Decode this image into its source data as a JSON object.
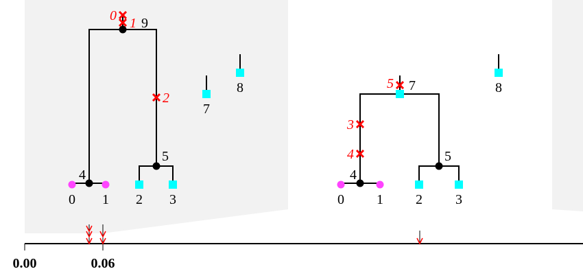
{
  "colors": {
    "sample": "#ff44ff",
    "nonsample": "#00ffff",
    "internal": "#000000",
    "mutation": "#ff0000",
    "background": "#f2f2f2"
  },
  "trees": [
    {
      "nodes": [
        {
          "id": "0",
          "label": "0",
          "kind": "sample-circle"
        },
        {
          "id": "1",
          "label": "1",
          "kind": "sample-circle"
        },
        {
          "id": "2",
          "label": "2",
          "kind": "square"
        },
        {
          "id": "3",
          "label": "3",
          "kind": "square"
        },
        {
          "id": "4",
          "label": "4",
          "kind": "internal"
        },
        {
          "id": "5",
          "label": "5",
          "kind": "internal"
        },
        {
          "id": "7",
          "label": "7",
          "kind": "square"
        },
        {
          "id": "8",
          "label": "8",
          "kind": "square"
        },
        {
          "id": "9",
          "label": "9",
          "kind": "internal"
        }
      ],
      "mutations": [
        {
          "label": "0",
          "node": "9"
        },
        {
          "label": "1",
          "node": "9"
        },
        {
          "label": "2",
          "node": "5"
        }
      ]
    },
    {
      "nodes": [
        {
          "id": "0",
          "label": "0",
          "kind": "sample-circle"
        },
        {
          "id": "1",
          "label": "1",
          "kind": "sample-circle"
        },
        {
          "id": "2",
          "label": "2",
          "kind": "square"
        },
        {
          "id": "3",
          "label": "3",
          "kind": "square"
        },
        {
          "id": "4",
          "label": "4",
          "kind": "internal"
        },
        {
          "id": "5",
          "label": "5",
          "kind": "internal"
        },
        {
          "id": "7",
          "label": "7",
          "kind": "square"
        },
        {
          "id": "8",
          "label": "8",
          "kind": "square"
        }
      ],
      "mutations": [
        {
          "label": "3",
          "node": "4"
        },
        {
          "label": "4",
          "node": "4"
        },
        {
          "label": "5",
          "node": "7"
        }
      ]
    }
  ],
  "axis": {
    "tick_labels": [
      "0.00",
      "0.06"
    ],
    "breakpoints": [
      0.0,
      0.06
    ]
  }
}
